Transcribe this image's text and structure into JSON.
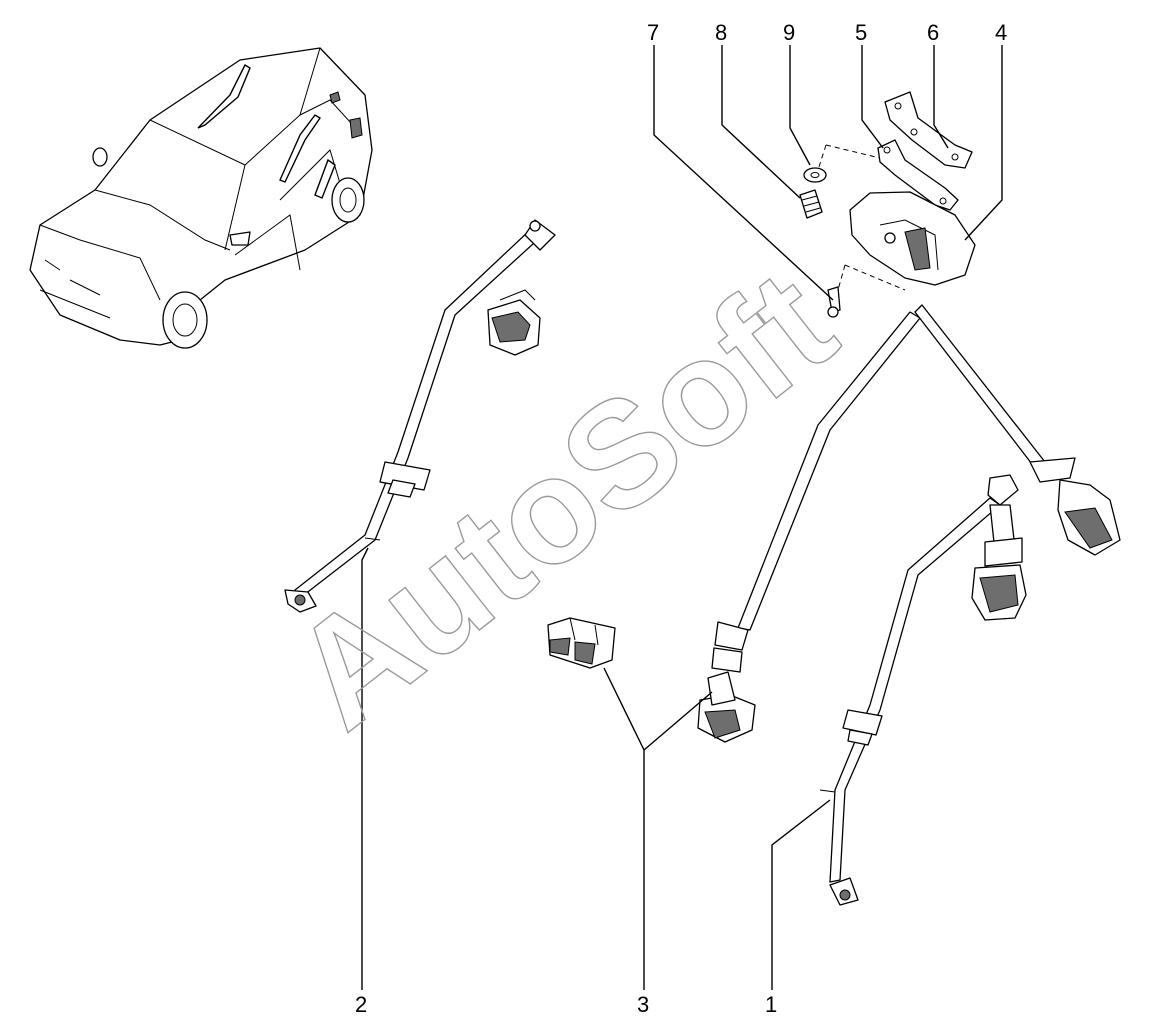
{
  "watermark": "AutoSoft",
  "callouts": {
    "c1": "1",
    "c2": "2",
    "c3": "3",
    "c4": "4",
    "c5": "5",
    "c6": "6",
    "c7": "7",
    "c8": "8",
    "c9": "9"
  },
  "colors": {
    "line": "#000000",
    "watermark": "#9a9a9a",
    "shade": "#6e6e6e"
  }
}
